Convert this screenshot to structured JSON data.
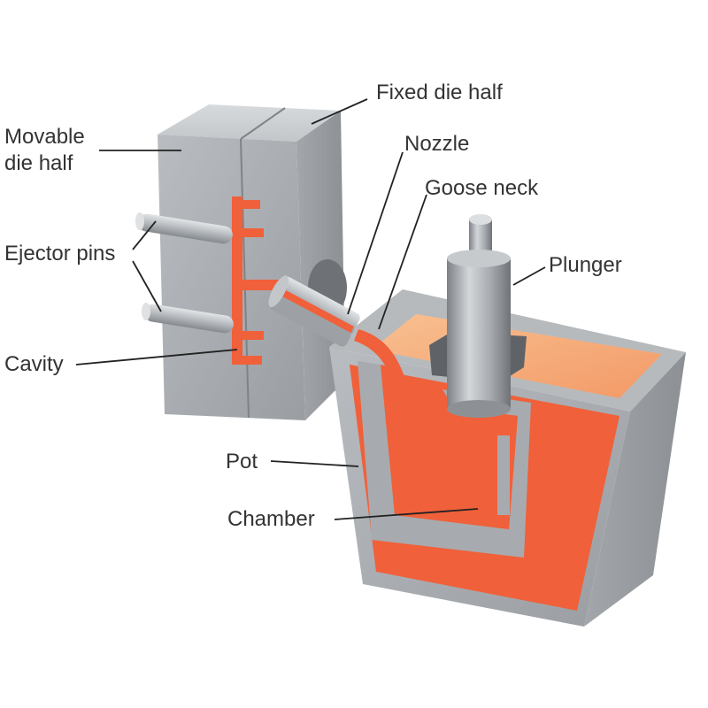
{
  "labels": {
    "fixed_die_half": "Fixed die half",
    "movable_die_half_line1": "Movable",
    "movable_die_half_line2": "die half",
    "nozzle": "Nozzle",
    "goose_neck": "Goose neck",
    "plunger": "Plunger",
    "ejector_pins": "Ejector pins",
    "cavity": "Cavity",
    "pot": "Pot",
    "chamber": "Chamber"
  },
  "colors": {
    "background": "#ffffff",
    "steel_light": "#c9cccf",
    "steel_mid": "#a9adb1",
    "steel_dark": "#8a8e92",
    "molten_metal": "#f0603a",
    "molten_metal_light": "#f7b183",
    "leader_line": "#222222",
    "text": "#333333"
  }
}
